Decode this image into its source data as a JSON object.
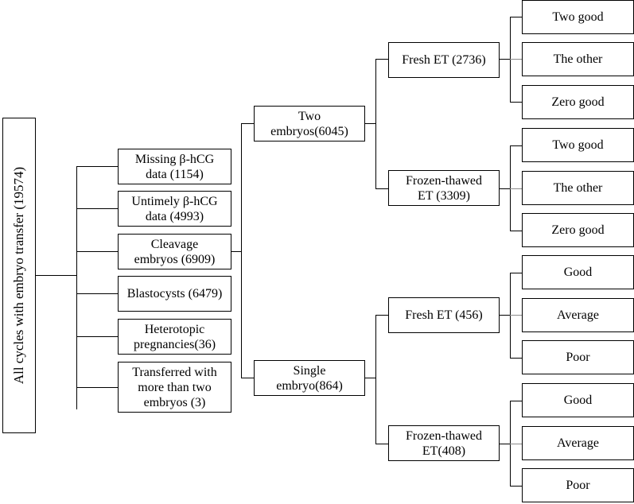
{
  "root": "All cycles with embryo transfer (19574)",
  "categories": {
    "missing": "Missing β-hCG\ndata (1154)",
    "untimely": "Untimely β-hCG\ndata (4993)",
    "cleavage": "Cleavage\nembryos (6909)",
    "blastocysts": "Blastocysts (6479)",
    "heterotopic": "Heterotopic\npregnancies(36)",
    "transferred_more": "Transferred with\nmore than two\nembryos (3)"
  },
  "embryo_groups": {
    "two": "Two\nembryos(6045)",
    "single": "Single\nembryo(864)"
  },
  "transfer_groups": {
    "two_fresh": "Fresh ET (2736)",
    "two_frozen": "Frozen-thawed\nET (3309)",
    "single_fresh": "Fresh ET (456)",
    "single_frozen": "Frozen-thawed\nET(408)"
  },
  "leaves": {
    "two_fresh": [
      "Two good",
      "The other",
      "Zero good"
    ],
    "two_frozen": [
      "Two good",
      "The other",
      "Zero good"
    ],
    "single_fresh": [
      "Good",
      "Average",
      "Poor"
    ],
    "single_frozen": [
      "Good",
      "Average",
      "Poor"
    ]
  }
}
